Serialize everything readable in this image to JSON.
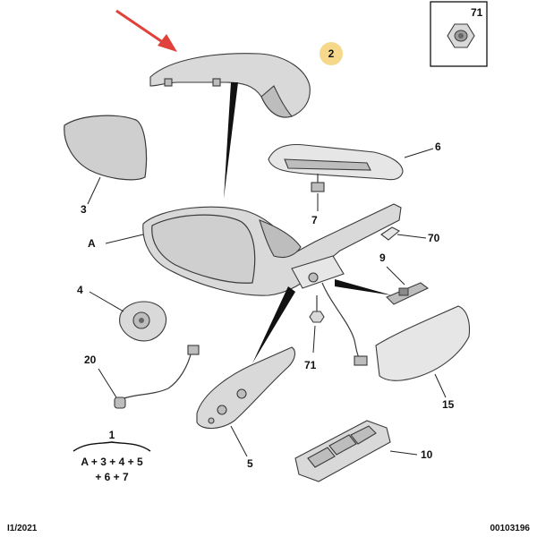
{
  "callouts": {
    "c2": "2",
    "c3": "3",
    "cA": "A",
    "c4": "4",
    "c20": "20",
    "c5": "5",
    "c6": "6",
    "c7": "7",
    "c70": "70",
    "c9": "9",
    "c71a": "71",
    "c71b": "71",
    "c15": "15",
    "c10": "10"
  },
  "formula": {
    "top": "1",
    "line1": "A + 3 + 4 + 5",
    "line2": "+ 6 + 7"
  },
  "footer": {
    "date": "I1/2021",
    "ref": "00103196"
  },
  "colors": {
    "arrow": "#e0413a",
    "badge": "#f6d88a",
    "part": "#d9d9d9",
    "outline": "#3a3a3a"
  }
}
